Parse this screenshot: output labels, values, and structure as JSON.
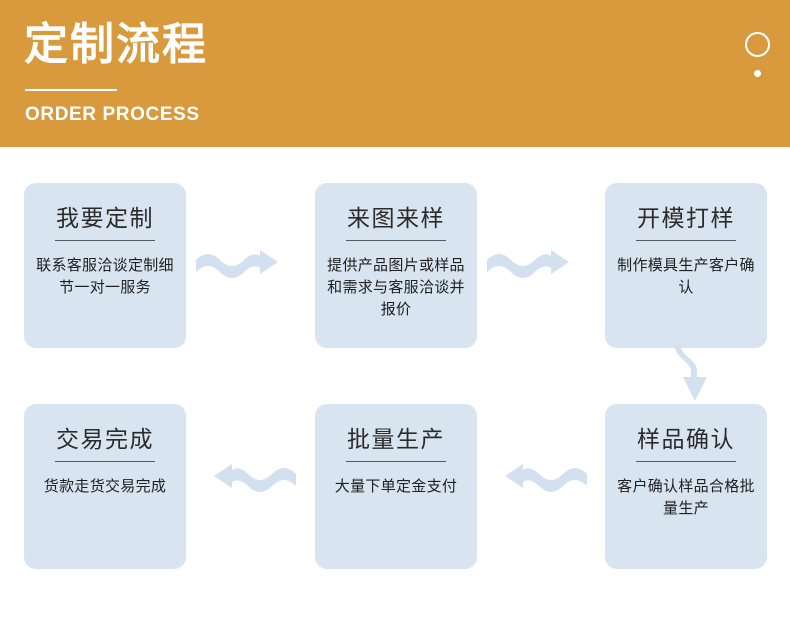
{
  "header": {
    "title": "定制流程",
    "subtitle": "ORDER PROCESS",
    "background_color": "#d89a3c",
    "text_color": "#ffffff",
    "decorations": [
      "circle-outline",
      "dot"
    ]
  },
  "theme": {
    "box_fill": "#d9e4f1",
    "arrow_color": "#d2e0f0",
    "title_color": "#2b2b2b",
    "body_color": "#202020",
    "page_background": "#ffffff"
  },
  "flow": {
    "steps": [
      {
        "index": 1,
        "title": "我要定制",
        "body": "联系客服洽谈定制细节一对一服务"
      },
      {
        "index": 2,
        "title": "来图来样",
        "body": "提供产品图片或样品和需求与客服洽谈并报价"
      },
      {
        "index": 3,
        "title": "开模打样",
        "body": "制作模具生产客户确认"
      },
      {
        "index": 4,
        "title": "样品确认",
        "body": "客户确认样品合格批量生产"
      },
      {
        "index": 5,
        "title": "批量生产",
        "body": "大量下单定金支付"
      },
      {
        "index": 6,
        "title": "交易完成",
        "body": "货款走货交易完成"
      }
    ],
    "connectors": [
      {
        "id": "conn-h1",
        "from": 1,
        "to": 2,
        "direction": "right",
        "style": "wavy-arrow"
      },
      {
        "id": "conn-h2",
        "from": 2,
        "to": 3,
        "direction": "right",
        "style": "wavy-arrow"
      },
      {
        "id": "conn-v1",
        "from": 3,
        "to": 4,
        "direction": "down",
        "style": "curved-arrow"
      },
      {
        "id": "conn-h3",
        "from": 4,
        "to": 5,
        "direction": "left",
        "style": "wavy-arrow"
      },
      {
        "id": "conn-h4",
        "from": 5,
        "to": 6,
        "direction": "left",
        "style": "wavy-arrow"
      }
    ]
  }
}
